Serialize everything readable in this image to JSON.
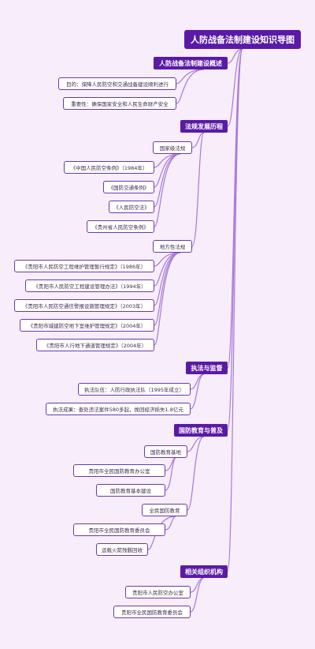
{
  "title": "人防战备法制建设知识导图",
  "categories": [
    {
      "label": "人防战备法制建设概述",
      "items": [
        {
          "label": "目的：保障人民防空和交通战备建设顺利进行"
        },
        {
          "label": "重要性：确保国家安全和人民生命财产安全"
        }
      ]
    },
    {
      "label": "法规发展历程",
      "items": [
        {
          "label": "国家级法规",
          "children": [
            "《中国人民防空条例》（1984年）",
            "《国防交通条例》",
            "《人民防空法》",
            "《贵州省人民防空条例》"
          ]
        },
        {
          "label": "地方性法规",
          "children": [
            "《贵阳市人民防空工程维护管理暂行规定》（1986年）",
            "《贵阳市人民防空工程建设管理办法》（1994年）",
            "《贵阳市人民防空通信警报设施管理规定》（2003年）",
            "《贵阳市城建防空地下室维护管理规定》（2004年）",
            "《贵阳市人行地下通道管理规定》（2004年）"
          ]
        }
      ]
    },
    {
      "label": "执法与监督",
      "items": [
        {
          "label": "执法队伍：人防行政执法队（1995年成立）"
        },
        {
          "label": "执法成果：查处违法案件580多起，挽回经济损失1.8亿元"
        }
      ]
    },
    {
      "label": "国防教育与普及",
      "items": [
        {
          "label": "国防教育基地",
          "children": [
            "贵阳市全民国防教育办公室",
            "国防教育基本建设"
          ]
        },
        {
          "label": "全民国防教育",
          "children": [
            "贵阳市全民国防教育委员会",
            "运载火箭残骸回收"
          ]
        }
      ]
    },
    {
      "label": "相关组织机构",
      "items": [
        {
          "label": "贵阳市人民防空办公室"
        },
        {
          "label": "贵阳市全民国防教育委员会"
        }
      ]
    }
  ],
  "colors": {
    "accent": "#5a1aa6",
    "connector": "#a879d6",
    "background": "#f7edfb"
  }
}
